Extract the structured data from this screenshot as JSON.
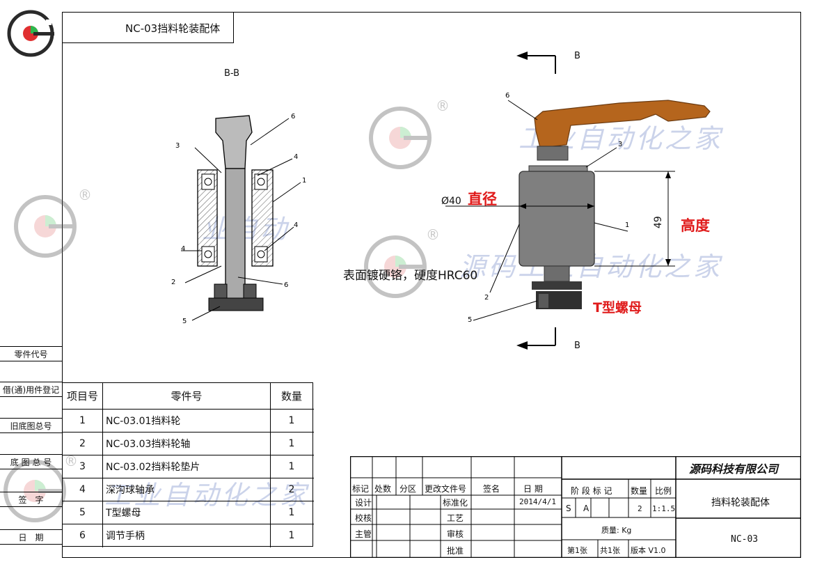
{
  "drawing": {
    "title_mirrored": "NC-03挡料轮装配体",
    "section_label": "B-B",
    "view_label_b": "B",
    "diameter_dim": "Ø40",
    "diameter_note": "直径",
    "height_dim": "49",
    "height_note": "高度",
    "surface_note": "表面镀硬铬，硬度HRC60",
    "nut_note": "T型螺母",
    "balloons_section": [
      "6",
      "3",
      "4",
      "1",
      "4",
      "4",
      "2",
      "6",
      "5"
    ],
    "balloons_view": [
      "6",
      "3",
      "1",
      "2",
      "5"
    ]
  },
  "watermark": {
    "text": "源码工业自动化之家",
    "partial_1": "工业自动化之家",
    "partial_2": "业自动",
    "registered": "®"
  },
  "left_strip": {
    "labels": [
      "零件代号",
      "借(通)用件登记",
      "旧底图总号",
      "底 图 总 号",
      "签　字",
      "日　期"
    ]
  },
  "parts_table": {
    "headers": [
      "项目号",
      "零件号",
      "数量"
    ],
    "rows": [
      {
        "no": "1",
        "name": "NC-03.01挡料轮",
        "qty": "1"
      },
      {
        "no": "2",
        "name": "NC-03.03挡料轮轴",
        "qty": "1"
      },
      {
        "no": "3",
        "name": "NC-03.02挡料轮垫片",
        "qty": "1"
      },
      {
        "no": "4",
        "name": "深沟球轴承",
        "qty": "2"
      },
      {
        "no": "5",
        "name": "T型螺母",
        "qty": "1"
      },
      {
        "no": "6",
        "name": "调节手柄",
        "qty": "1"
      }
    ]
  },
  "title_block": {
    "company": "源码科技有限公司",
    "part_name": "挡料轮装配体",
    "drawing_no": "NC-03",
    "rev_headers": [
      "标记",
      "处数",
      "分区",
      "更改文件号",
      "签名",
      "日 期"
    ],
    "design": "设计",
    "standardize": "标准化",
    "date": "2014/4/1",
    "check": "校核",
    "process": "工艺",
    "chief": "主管",
    "review": "审核",
    "approve": "批准",
    "stage_label": "阶 段 标 记",
    "qty_label": "数量",
    "scale_label": "比例",
    "stage_s": "S",
    "stage_a": "A",
    "qty_value": "2",
    "scale_value": "1:1.5",
    "mass": "质量: Kg",
    "sheet": "第1张",
    "total": "共1张",
    "version": "版本 V1.0"
  },
  "colors": {
    "handle": "#b5651d",
    "wheel": "#7f7f7f",
    "annotation_red": "#e01b1b",
    "watermark": "#cbd3ea",
    "logo_green": "#2db84d",
    "logo_red": "#e03030"
  }
}
